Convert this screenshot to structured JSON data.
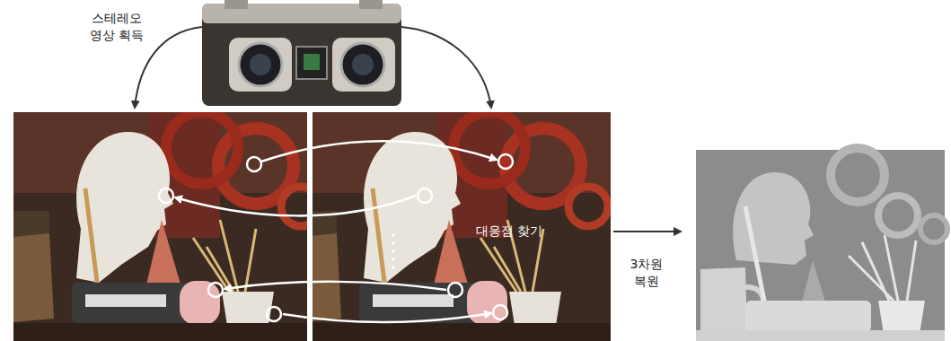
{
  "diagram": {
    "labels": [
      "스테레오 영상 획득",
      "대응점 찾기",
      "3차원 복원"
    ]
  }
}
